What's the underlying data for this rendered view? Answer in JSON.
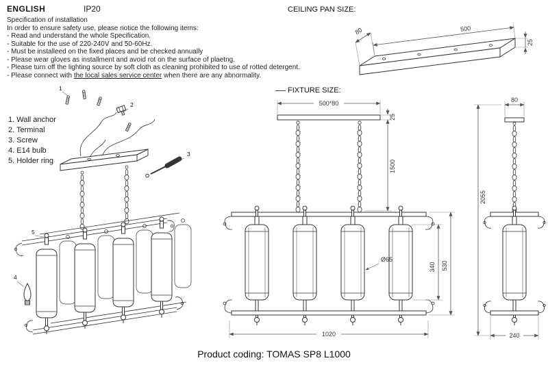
{
  "header": {
    "language": "ENGLISH",
    "ip": "IP20"
  },
  "spec": {
    "title": "Specification of installation",
    "intro": "In order to ensure safety use, please notice the following items:",
    "items": [
      "- Read and understand the whole Specification.",
      "- Suitable for the use of 220-240V and 50-60Hz.",
      "- Must be installeed on the fixed places and be checked annually",
      "- Please wear gloves as installment and avoid rot on the surface of plaetng.",
      "- Please turn off the lighting source by soft cloth as cleaning prohibited to use of rotted detergent."
    ],
    "last_item": {
      "prefix": "- Please connect with ",
      "underlined": "the local sales service center",
      "suffix": " when there are any abnormality."
    }
  },
  "parts": {
    "items": [
      "1. Wall anchor",
      "2. Terminal",
      "3. Screw",
      "4. E14 bulb",
      "5. Holder ring"
    ]
  },
  "callouts": [
    "1",
    "2",
    "3",
    "4",
    "5"
  ],
  "ceiling_pan": {
    "title": "CEILING PAN  SIZE:",
    "depth": "80",
    "length": "500",
    "thickness": "25"
  },
  "fixture": {
    "title": "FIXTURE SIZE:",
    "plate_size": "500*80",
    "plate_thickness": "25",
    "chain_length": "1500",
    "frame_height": "530",
    "shade_height": "340",
    "shade_diameter": "Ø65",
    "width": "1020",
    "side_top_width": "80",
    "total_height": "2055",
    "side_width": "240"
  },
  "footer": {
    "product_coding": "Product coding: TOMAS SP8 L1000"
  }
}
